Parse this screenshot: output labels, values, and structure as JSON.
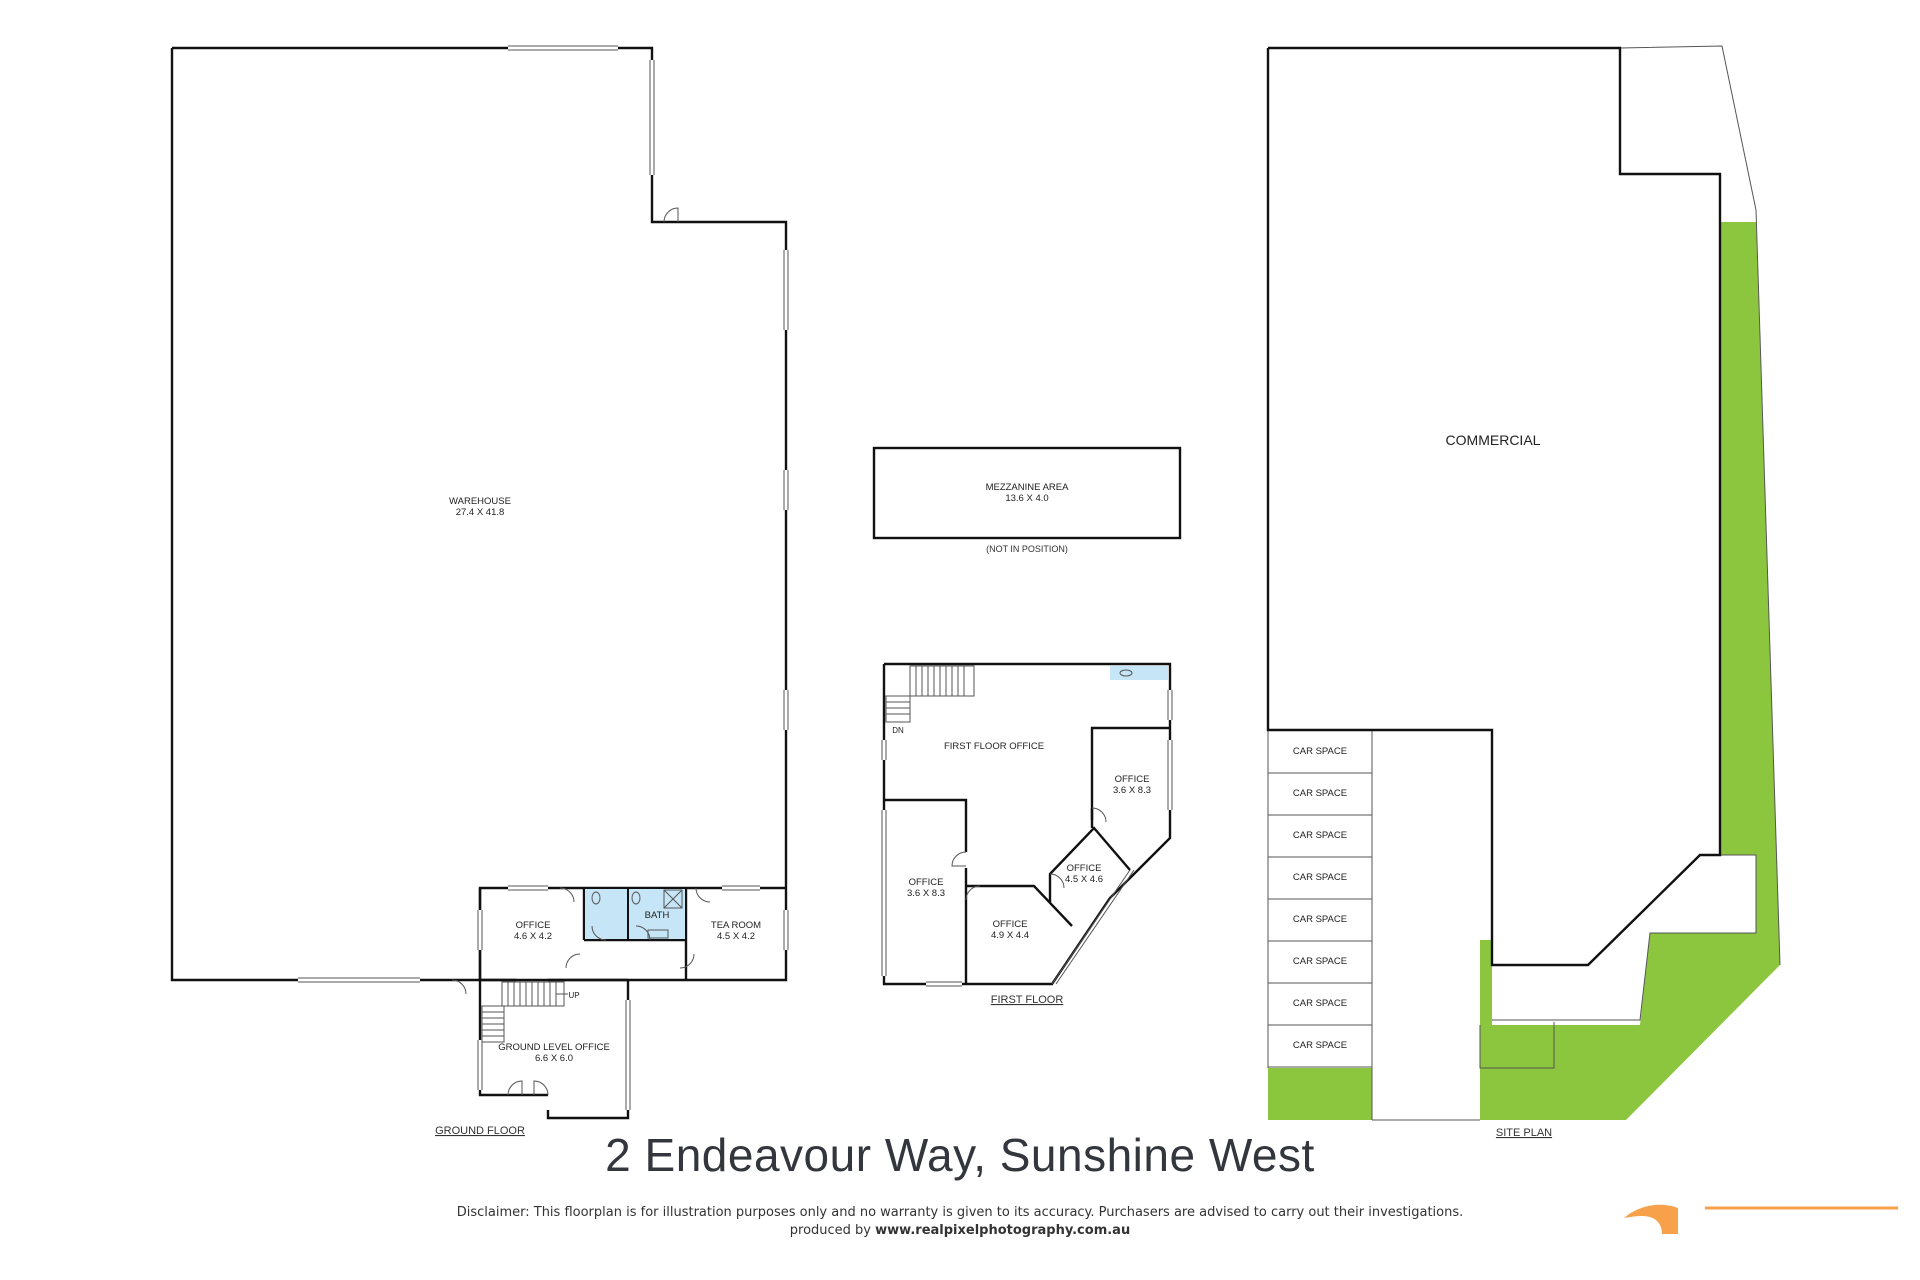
{
  "title": "2 Endeavour Way, Sunshine West",
  "disclaimer": {
    "line1": "Disclaimer: This floorplan is for illustration purposes only and no warranty is given to its accuracy. Purchasers are advised to carry out their investigations.",
    "produced_prefix": "produced by ",
    "website": "www.realpixelphotography.com.au"
  },
  "colors": {
    "landscape": "#8cc63f",
    "wet_area": "#c6e6f7",
    "wall": "#111111",
    "accent": "#f7a14a"
  },
  "ground_floor": {
    "caption": "GROUND FLOOR",
    "warehouse": {
      "name": "WAREHOUSE",
      "size": "27.4 X 41.8"
    },
    "office": {
      "name": "OFFICE",
      "size": "4.6 X 4.2"
    },
    "bath": {
      "name": "BATH"
    },
    "tea_room": {
      "name": "TEA ROOM",
      "size": "4.5 X 4.2"
    },
    "ground_level_office": {
      "name": "GROUND LEVEL OFFICE",
      "size": "6.6 X 6.0"
    },
    "stair_label": "UP"
  },
  "mezzanine": {
    "name": "MEZZANINE AREA",
    "size": "13.6 X 4.0",
    "note": "(NOT IN POSITION)"
  },
  "first_floor": {
    "caption": "FIRST FLOOR",
    "main": {
      "name": "FIRST FLOOR OFFICE"
    },
    "office_a": {
      "name": "OFFICE",
      "size": "3.6 X 8.3"
    },
    "office_b": {
      "name": "OFFICE",
      "size": "4.5 X 4.6"
    },
    "office_c": {
      "name": "OFFICE",
      "size": "4.9 X 4.4"
    },
    "office_d": {
      "name": "OFFICE",
      "size": "3.6 X 8.3"
    },
    "stair_label": "DN"
  },
  "site_plan": {
    "caption": "SITE PLAN",
    "commercial": "COMMERCIAL",
    "car_spaces": [
      "CAR SPACE",
      "CAR SPACE",
      "CAR SPACE",
      "CAR SPACE",
      "CAR SPACE",
      "CAR SPACE",
      "CAR SPACE",
      "CAR SPACE"
    ]
  }
}
